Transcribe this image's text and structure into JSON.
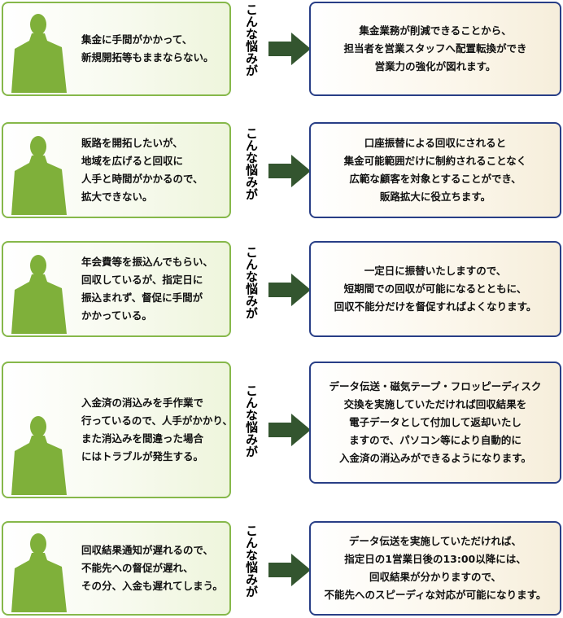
{
  "label": "こんな悩みが",
  "rows": [
    {
      "problem": [
        "集金に手間がかかって、",
        "新規開拓等もままならない。"
      ],
      "solution": [
        "集金業務が削減できることから、",
        "担当者を営業スタッフへ配置転換ができ",
        "営業力の強化が図れます。"
      ]
    },
    {
      "problem": [
        "販路を開拓したいが、",
        "地域を広げると回収に",
        "人手と時間がかかるので、",
        "拡大できない。"
      ],
      "solution": [
        "口座振替による回収にされると",
        "集金可能範囲だけに制約されることなく",
        "広範な顧客を対象とすることができ、",
        "販路拡大に役立ちます。"
      ]
    },
    {
      "problem": [
        "年会費等を振込んでもらい、",
        "回収しているが、指定日に",
        "振込まれず、督促に手間が",
        "かかっている。"
      ],
      "solution": [
        "一定日に振替いたしますので、",
        "短期間での回収が可能になるとともに、",
        "回収不能分だけを督促すればよくなります。"
      ]
    },
    {
      "problem": [
        "入金済の消込みを手作業で",
        "行っているので、人手がかかり、",
        "また消込みを間違った場合",
        "にはトラブルが発生する。"
      ],
      "solution": [
        "データ伝送・磁気テープ・フロッピーディスク",
        "交換を実施していただければ回収結果を",
        "電子データとして付加して返却いたし",
        "ますので、パソコン等により自動的に",
        "入金済の消込みができるようになります。"
      ]
    },
    {
      "problem": [
        "回収結果通知が遅れるので、",
        "不能先への督促が遅れ、",
        "その分、入金も遅れてしまう。"
      ],
      "solution": [
        "データ伝送を実施していただければ、",
        "指定日の1営業日後の13:00以降には、",
        "回収結果が分かりますので、",
        "不能先へのスピーディな対応が可能になります。"
      ]
    }
  ],
  "colors": {
    "green_border": "#86b84a",
    "figure": "#7fb03a",
    "navy_border": "#283e86",
    "arrow": "#33552f"
  }
}
